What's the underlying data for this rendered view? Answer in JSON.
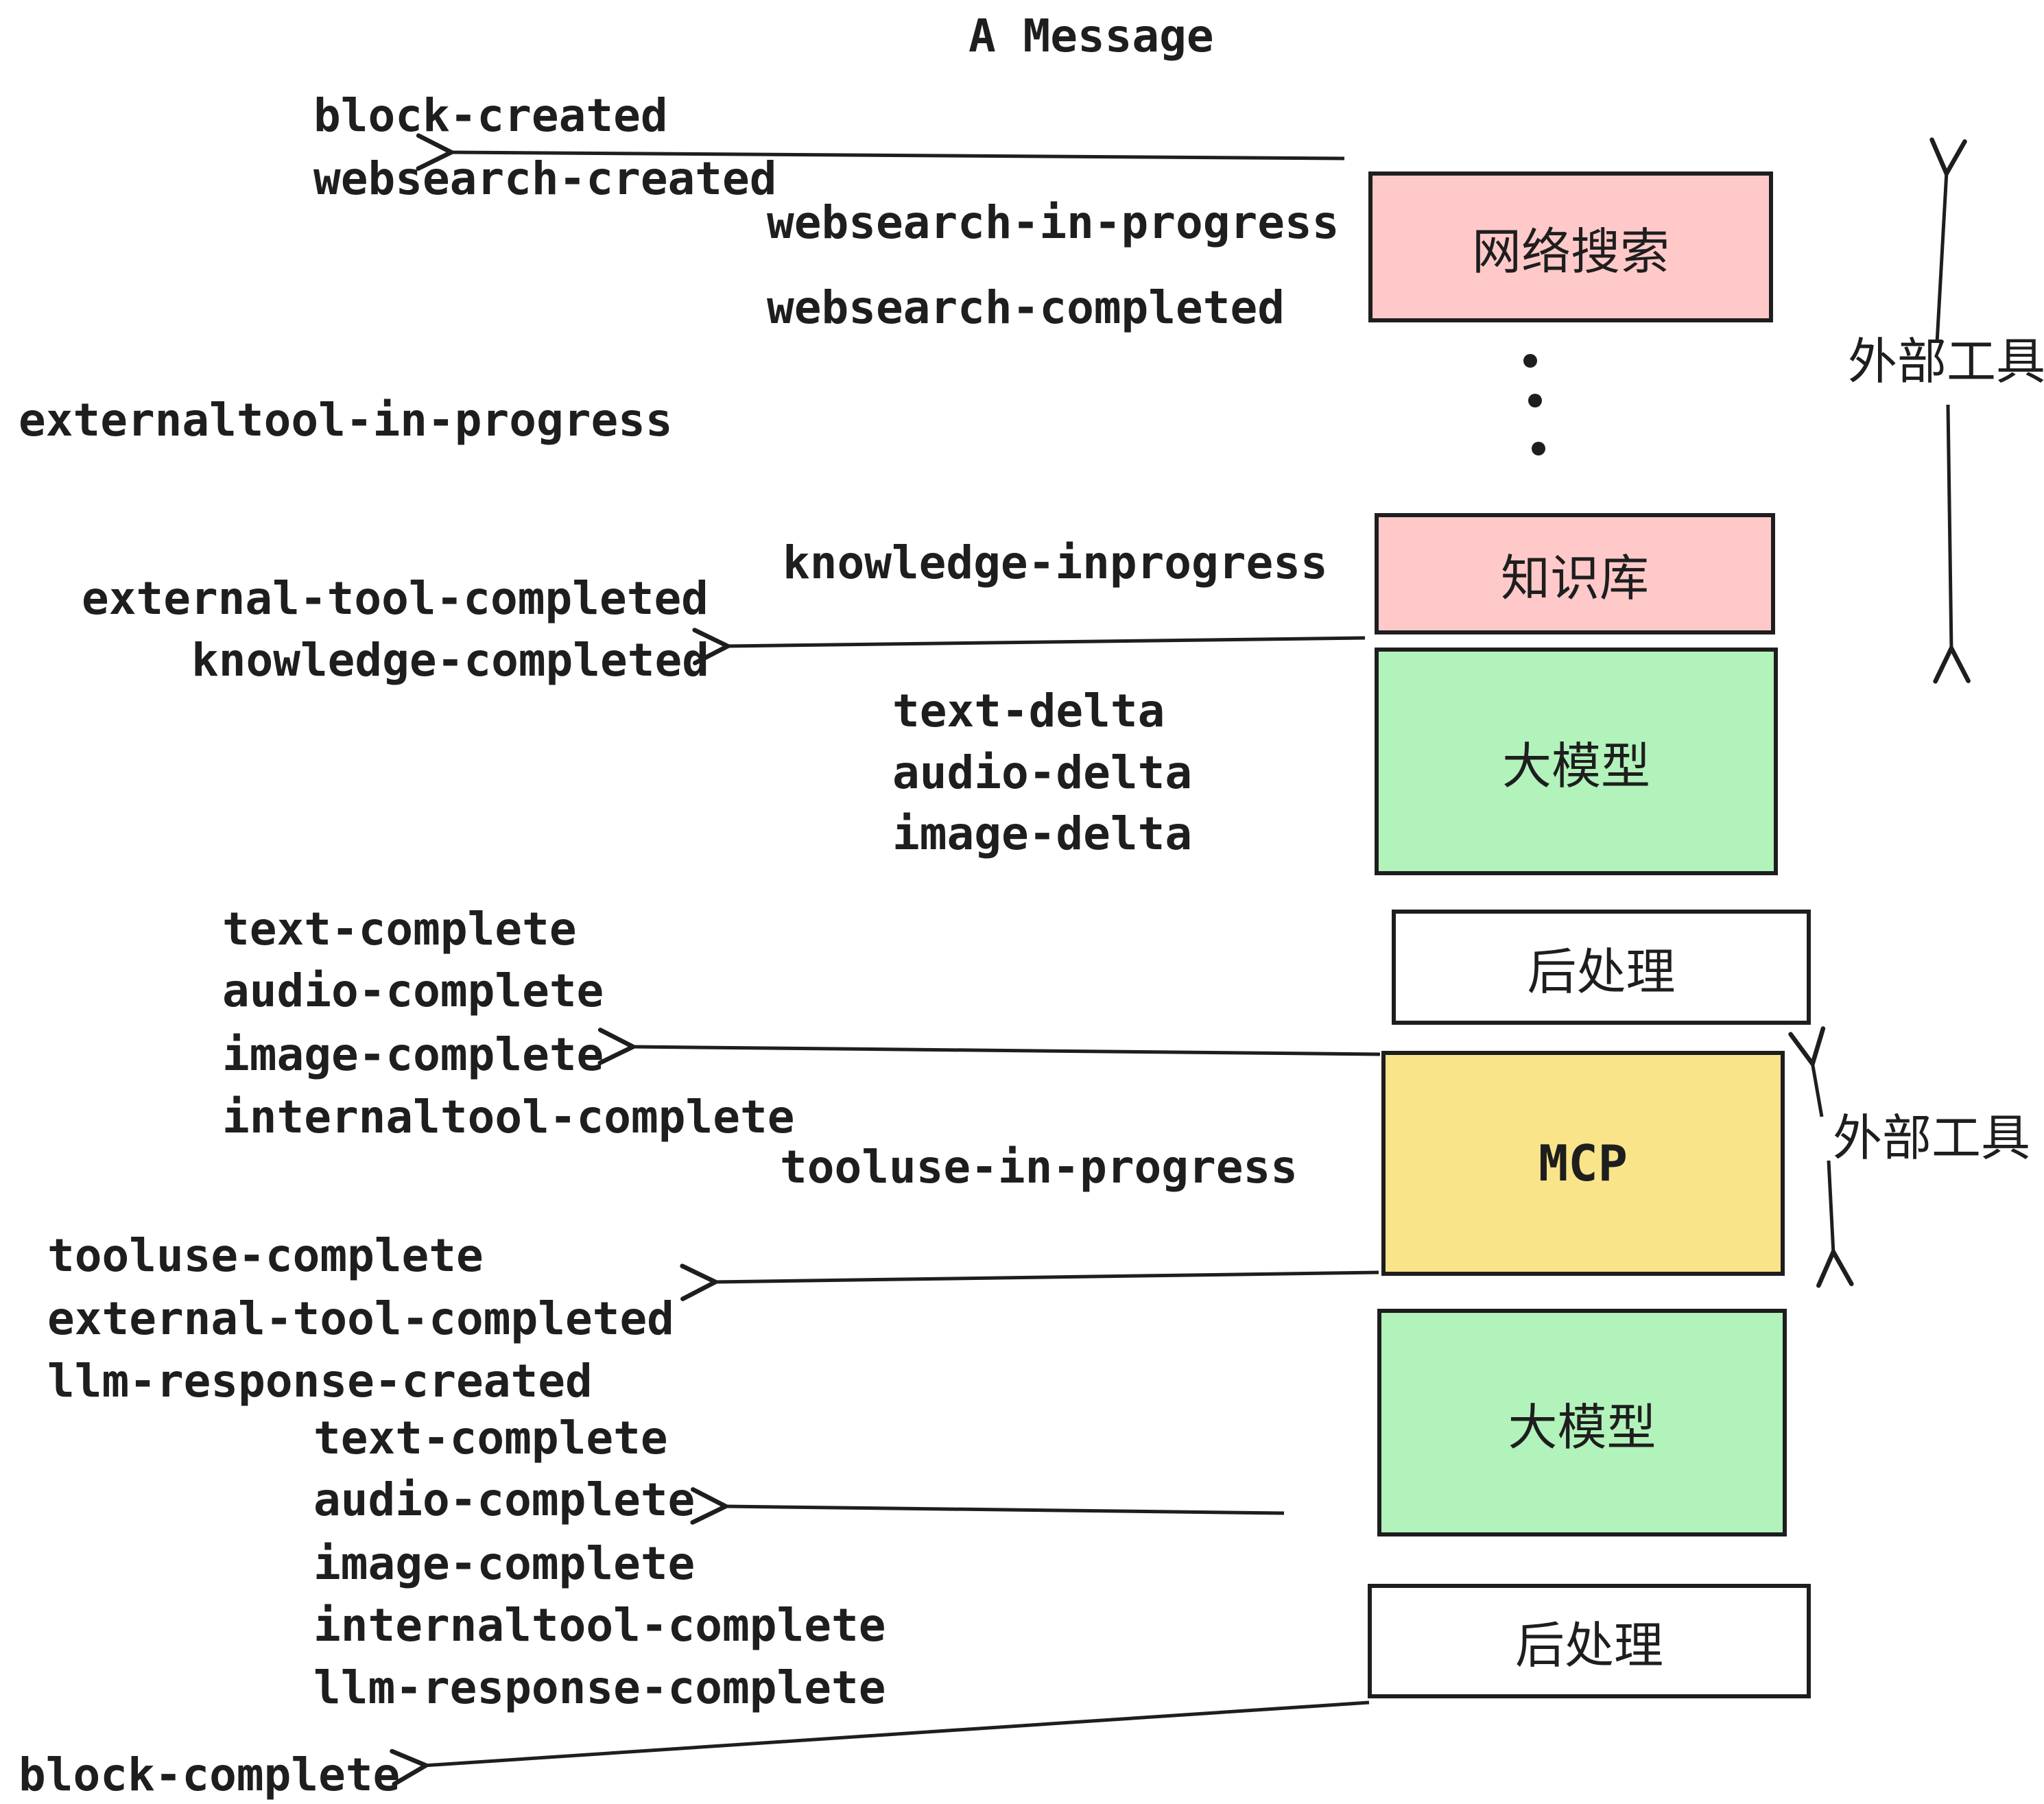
{
  "title": "A Message",
  "events": [
    {
      "text": "block-created"
    },
    {
      "text": "websearch-created"
    },
    {
      "text": "websearch-in-progress"
    },
    {
      "text": "websearch-completed"
    },
    {
      "text": "externaltool-in-progress"
    },
    {
      "text": "knowledge-inprogress"
    },
    {
      "text": "external-tool-completed"
    },
    {
      "text": "knowledge-completed"
    },
    {
      "text": "text-delta"
    },
    {
      "text": "audio-delta"
    },
    {
      "text": "image-delta"
    },
    {
      "text": "text-complete"
    },
    {
      "text": "audio-complete"
    },
    {
      "text": "image-complete"
    },
    {
      "text": "internaltool-complete"
    },
    {
      "text": "tooluse-in-progress"
    },
    {
      "text": "tooluse-complete"
    },
    {
      "text": "external-tool-completed"
    },
    {
      "text": "llm-response-created"
    },
    {
      "text": "text-complete"
    },
    {
      "text": "audio-complete"
    },
    {
      "text": "image-complete"
    },
    {
      "text": "internaltool-complete"
    },
    {
      "text": "llm-response-complete"
    },
    {
      "text": "block-complete"
    }
  ],
  "boxes": [
    {
      "label": "网络搜索",
      "fill": "#ffc9c9"
    },
    {
      "label": "知识库",
      "fill": "#ffc9c9"
    },
    {
      "label": "大模型",
      "fill": "#b2f2bb"
    },
    {
      "label": "后处理",
      "fill": "#ffffff"
    },
    {
      "label": "MCP",
      "fill": "#fae48a"
    },
    {
      "label": "大模型",
      "fill": "#b2f2bb"
    },
    {
      "label": "后处理",
      "fill": "#ffffff"
    }
  ],
  "side_labels": {
    "external_tools_top": "外部工具",
    "external_tools_bottom": "外部工具"
  },
  "colors": {
    "ink": "#1e1e1e",
    "pink": "#ffc9c9",
    "green": "#b2f2bb",
    "yellow": "#fae48a",
    "white": "#ffffff"
  }
}
